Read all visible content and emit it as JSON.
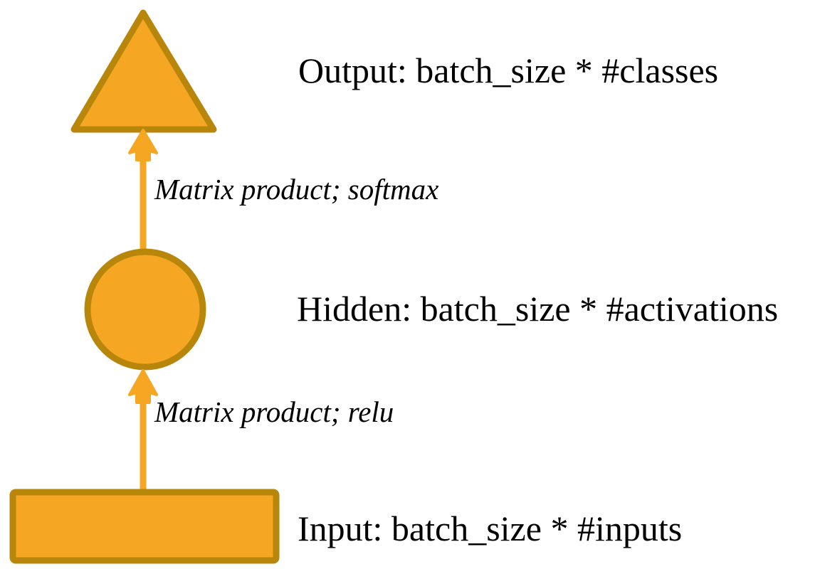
{
  "diagram": {
    "title": "Neural network layer flow diagram",
    "background_color": "#FFFFFF",
    "shape_fill_color": "#F5A623",
    "shape_stroke_color": "#B8860B",
    "arrow_color": "#F5A623",
    "text_color": "#000000",
    "nodes": [
      {
        "id": "output",
        "shape": "triangle",
        "label": "Output: batch_size * #classes",
        "fill": "#F5A623",
        "stroke": "#B8860B"
      },
      {
        "id": "hidden",
        "shape": "circle",
        "label": "Hidden: batch_size * #activations",
        "fill": "#F5A623",
        "stroke": "#B8860B"
      },
      {
        "id": "input",
        "shape": "rectangle",
        "label": "Input: batch_size * #inputs",
        "fill": "#F5A623",
        "stroke": "#B8860B"
      }
    ],
    "edges": [
      {
        "id": "hidden-to-output",
        "from": "hidden",
        "to": "output",
        "label": "Matrix product; softmax",
        "direction": "up",
        "color": "#F5A623"
      },
      {
        "id": "input-to-hidden",
        "from": "input",
        "to": "hidden",
        "label": "Matrix product; relu",
        "direction": "up",
        "color": "#F5A623"
      }
    ]
  }
}
